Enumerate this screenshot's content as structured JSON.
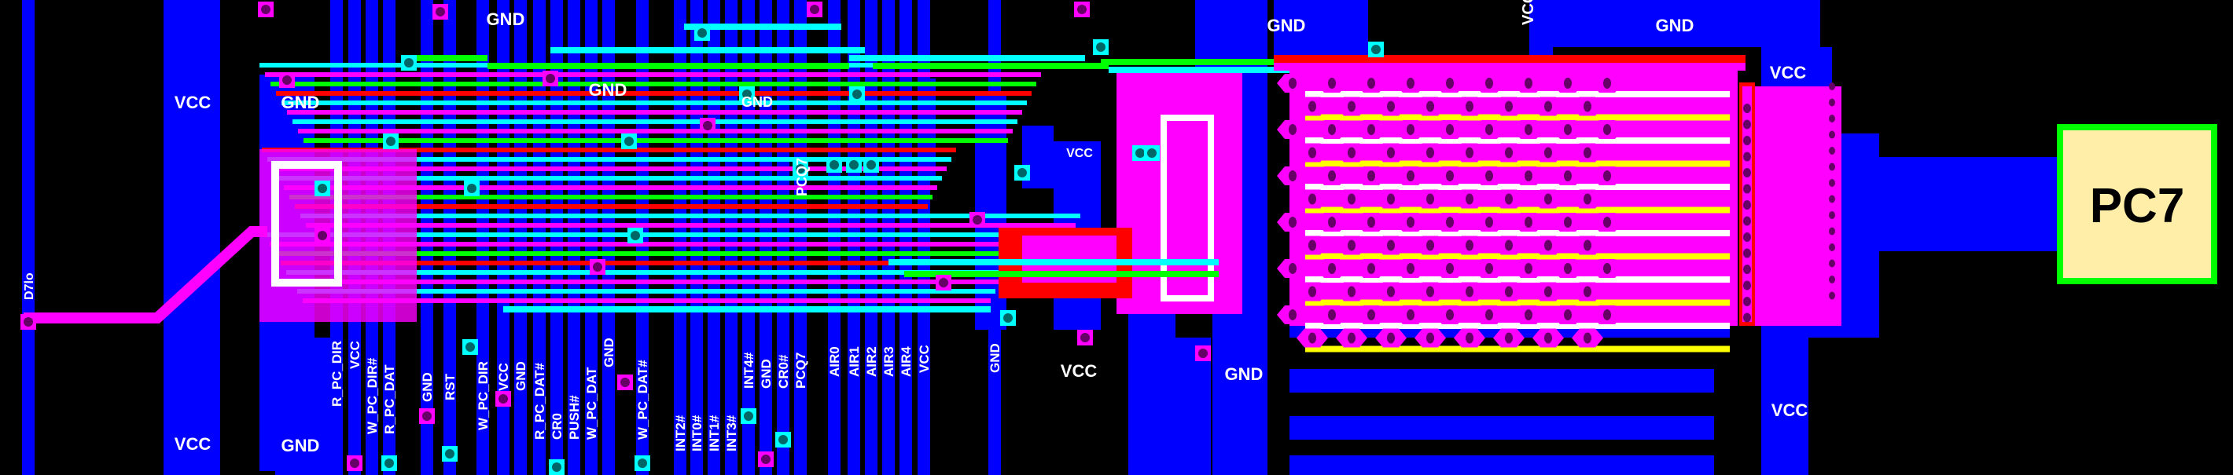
{
  "board": {
    "colors": {
      "background": "#000000",
      "bottom_copper": "#0000ff",
      "top_copper": "#ff00ff",
      "silk": "#ffffff",
      "yellow": "#ffff00",
      "cyan": "#00ffff",
      "green": "#00ff00",
      "red": "#ff0000",
      "drill_top": "#660066",
      "drill_bottom": "#006666",
      "part_fill": "#ffeea8"
    },
    "net_labels": [
      "VCC",
      "VCC",
      "GND",
      "GND",
      "GND",
      "GND",
      "GND",
      "GND",
      "GND",
      "VCC",
      "VCC",
      "VCC",
      "VCC",
      "GND",
      "VCC",
      "D7lo",
      "PCQ7"
    ],
    "pin_labels": [
      "R_PC_DIR",
      "VCC",
      "W_PC_DIR#",
      "R_PC_DAT",
      "GND",
      "RST",
      "W_PC_DIR",
      "VCC",
      "GND",
      "R_PC_DAT#",
      "CR0",
      "PUSH#",
      "W_PC_DAT",
      "GND",
      "W_PC_DAT#",
      "INT2#",
      "INT0#",
      "INT1#",
      "INT3#",
      "INT4#",
      "GND",
      "CR0#",
      "PCQ7",
      "AIR0",
      "AIR1",
      "AIR2",
      "AIR3",
      "AIR4",
      "VCC",
      "GND"
    ],
    "part_label": "PC7"
  }
}
